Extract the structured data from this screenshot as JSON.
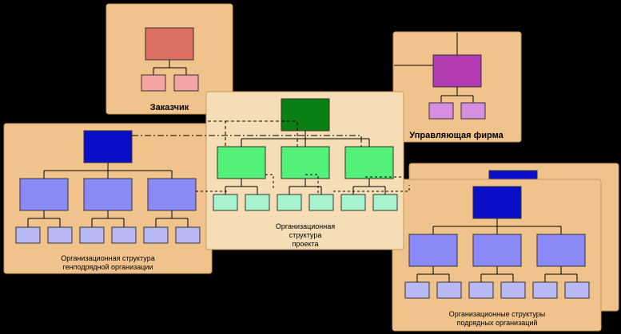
{
  "labels": {
    "customer": "Заказчик",
    "management_firm": "Управляющая фирма",
    "project_line1": "Организационная",
    "project_line2": "структура",
    "project_line3": "проекта",
    "general_line1": "Организационная структура",
    "general_line2": "генподрядной организации",
    "subcontract_line1": "Организационные структуры",
    "subcontract_line2": "подрядных организаций"
  },
  "colors": {
    "background": "#000000",
    "panel": "#f0c38c",
    "project_panel": "#f5deb5",
    "customer_top": "#db6e60",
    "customer_sub": "#f3a3a3",
    "management_top": "#b33cb3",
    "management_sub": "#d78ee0",
    "project_top": "#0a7f12",
    "project_mid": "#55f07a",
    "project_sub": "#a8f4cf",
    "contractor_top": "#0a0fc7",
    "contractor_mid": "#8a8af7",
    "contractor_sub": "#b8b8f5"
  }
}
